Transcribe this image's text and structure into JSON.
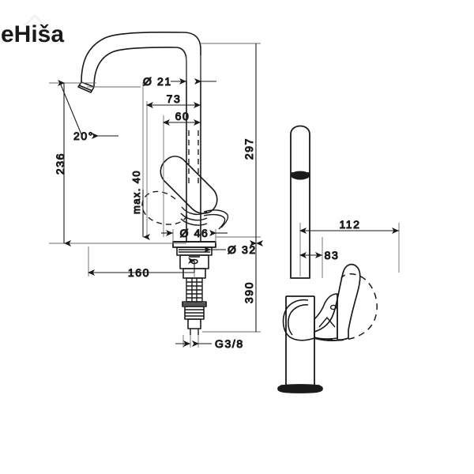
{
  "document": {
    "type": "technical-dimension-drawing",
    "subject": "kitchen mixer tap / faucet",
    "watermark": "eHiša",
    "background_color": "#ffffff",
    "line_color": "#1a1a1a",
    "watermark_color": "#f2f2f2"
  },
  "views": {
    "side": {
      "name": "side-elevation-view",
      "label": ""
    },
    "front": {
      "name": "front-elevation-view",
      "label": ""
    }
  },
  "dimensions": {
    "spout_outlet_diameter": "Ø 21",
    "angle": "20°",
    "spout_height": "236",
    "reach_outer": "73",
    "reach_inner": "60",
    "handle_clearance": "max. 40",
    "base_diameter": "Ø 46",
    "mounting_hole_diameter": "Ø 32",
    "total_height": "297",
    "below_deck_length": "390",
    "spout_projection": "160",
    "supply_thread": "G3/8",
    "handle_swing_outer": "112",
    "handle_swing_inner": "83"
  },
  "labels": [
    {
      "id": "dia-21",
      "text": "Ø 21"
    },
    {
      "id": "angle-20",
      "text": "20°"
    },
    {
      "id": "len-236",
      "text": "236"
    },
    {
      "id": "len-73",
      "text": "73"
    },
    {
      "id": "len-60",
      "text": "60"
    },
    {
      "id": "max-40",
      "text": "max. 40"
    },
    {
      "id": "dia-46",
      "text": "Ø 46"
    },
    {
      "id": "dia-32",
      "text": "Ø 32"
    },
    {
      "id": "len-297",
      "text": "297"
    },
    {
      "id": "len-390",
      "text": "390"
    },
    {
      "id": "len-160",
      "text": "160"
    },
    {
      "id": "thread-g38",
      "text": "G3/8"
    },
    {
      "id": "len-112",
      "text": "112"
    },
    {
      "id": "len-83",
      "text": "83"
    }
  ]
}
